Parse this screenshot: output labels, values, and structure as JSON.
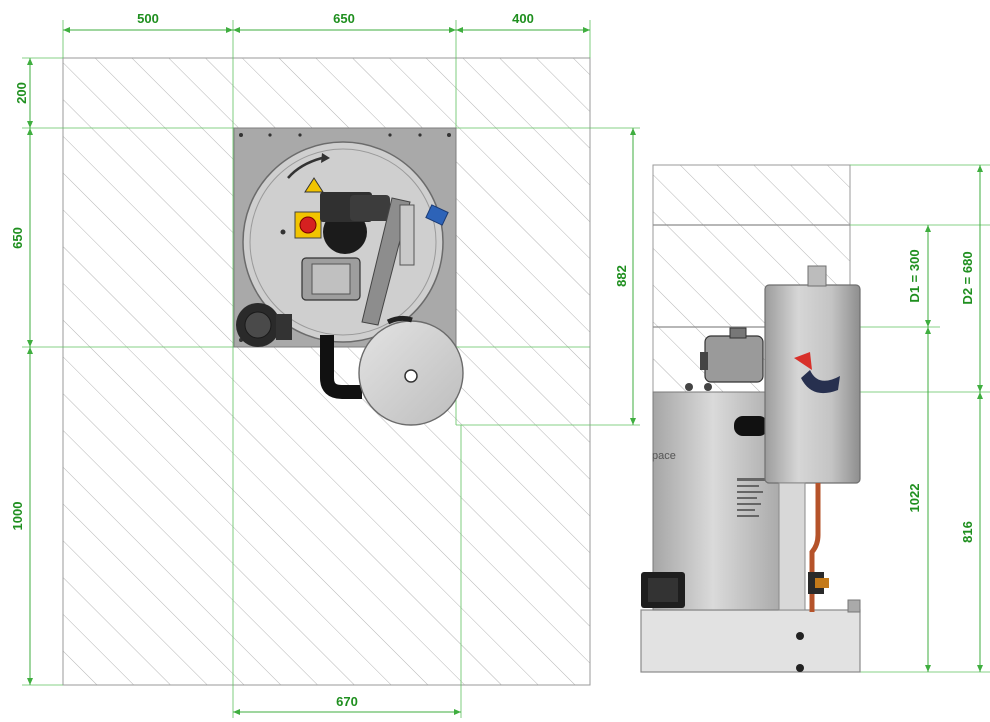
{
  "plan_view": {
    "top_dims": [
      "500",
      "650",
      "400"
    ],
    "left_dims": [
      "200",
      "650",
      "1000"
    ],
    "right_dim": "882",
    "bottom_dim": "670"
  },
  "side_view": {
    "d1_label": "D1 = 300",
    "d2_label": "D2 = 680",
    "height_dim_1022": "1022",
    "height_dim_816": "816",
    "brand_text": "pace"
  },
  "colors": {
    "dimension": "#1f8f1f",
    "hatch": "#b5b5b5",
    "machine_grey": "#b9b9b9",
    "outline": "#8c8c8c",
    "warning_yellow": "#f2c400",
    "stop_red": "#d62020",
    "pipe_black": "#111111",
    "copper": "#b5532a",
    "logo_red": "#d8302a",
    "logo_navy": "#27304f",
    "valve_blue": "#2d63b8"
  }
}
